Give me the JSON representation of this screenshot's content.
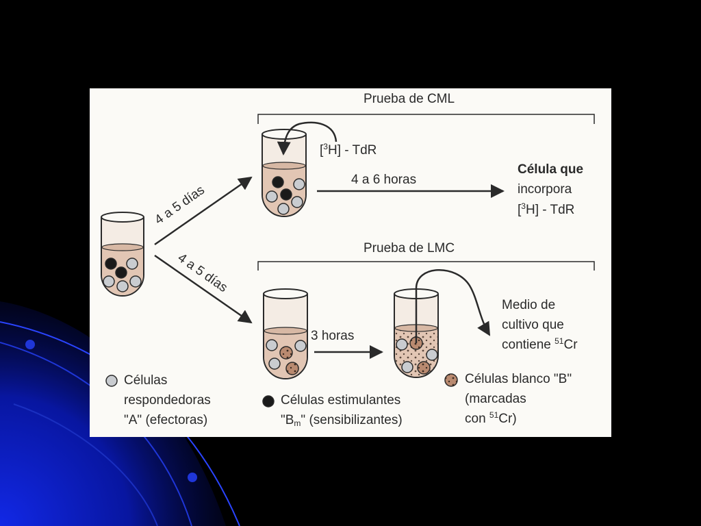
{
  "diagram": {
    "cml_title": "Prueba de CML",
    "lmc_title": "Prueba de LMC",
    "arrow_upper_label": "4 a 5 días",
    "arrow_lower_label": "4 a 5 días",
    "tracer": {
      "open": "[",
      "sup": "3",
      "rest": "H] - TdR"
    },
    "cml_duration": "4 a 6 horas",
    "cml_result": {
      "line1": "Célula que",
      "line2": "incorpora",
      "line3_open": "[",
      "line3_sup": "3",
      "line3_rest": "H] - TdR"
    },
    "lmc_duration": "3 horas",
    "lmc_result": {
      "line1": "Medio de",
      "line2": "cultivo que",
      "line3_pre": "contiene ",
      "line3_sup": "51",
      "line3_post": "Cr"
    }
  },
  "legend": {
    "responder": {
      "line1": "Células",
      "line2": "respondedoras",
      "line3": "\"A\" (efectoras)"
    },
    "stimulant": {
      "line1": "Células estimulantes",
      "line2_pre": "\"B",
      "line2_sub": "m",
      "line2_post": "\" (sensibilizantes)"
    },
    "target": {
      "line1": "Células blanco \"B\"",
      "line2": "(marcadas",
      "line3_pre": "con ",
      "line3_sup": "51",
      "line3_post": "Cr)"
    }
  },
  "colors": {
    "background": "#000000",
    "panel": "#fbfaf6",
    "ink": "#2a2a2a",
    "medium": "#e2c6b4",
    "cell_grey": "#c9ccd0",
    "cell_black": "#1a1a1a",
    "cell_labeled": "#b98a70",
    "slide_blue": "#0a1fc8"
  }
}
